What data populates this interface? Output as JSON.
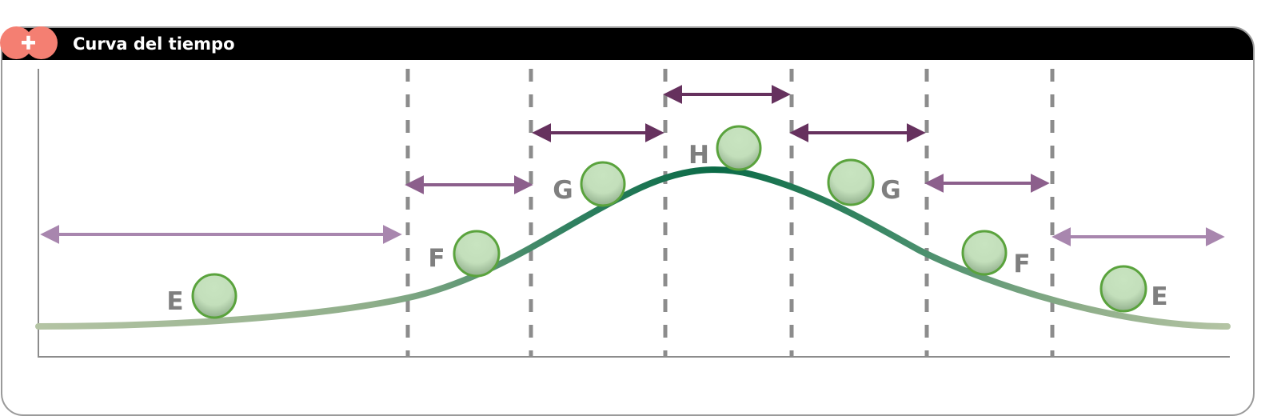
{
  "header": {
    "title": "Curva del tiempo",
    "add_icon": "plus-icon",
    "accent_color": "#f47f72"
  },
  "colors": {
    "curve_light": "#b4c4a4",
    "curve_dark": "#0a6a46",
    "arrow_light": "#a886ae",
    "arrow_dark": "#66315e",
    "ball_fill": "#c3dfbb",
    "ball_stroke": "#5aa33d",
    "divider": "#8c8c8c",
    "label": "#7f7f7f"
  },
  "segments": [
    {
      "label": "E"
    },
    {
      "label": "F"
    },
    {
      "label": "G"
    },
    {
      "label": "H"
    },
    {
      "label": "G"
    },
    {
      "label": "F"
    },
    {
      "label": "E"
    }
  ]
}
